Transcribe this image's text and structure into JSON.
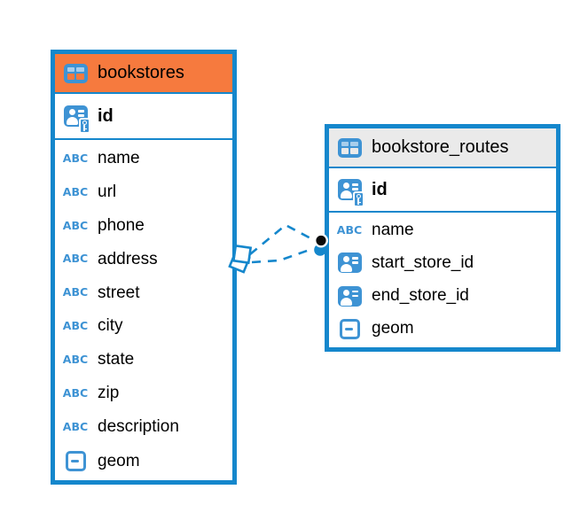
{
  "diagram": {
    "kind": "entity-relationship-diagram",
    "background": "#ffffff"
  },
  "colors": {
    "table_border_blue": "#1587cc",
    "icon_blue": "#3e93d4",
    "bookstores_header_orange": "#f67a3e",
    "routes_header_gray": "#eaeaea",
    "text": "#000000"
  },
  "icons": {
    "table_icon": "grid-table",
    "primary_key_icon": "person-card-with-key",
    "foreign_key_icon": "person-card",
    "text_type_label": "ABC",
    "geometry_type_icon": "square-with-dash"
  },
  "tables": {
    "left": {
      "title": "bookstores",
      "pk_field": {
        "label": "id",
        "type": "primary-key"
      },
      "fields": [
        {
          "label": "name",
          "type": "text"
        },
        {
          "label": "url",
          "type": "text"
        },
        {
          "label": "phone",
          "type": "text"
        },
        {
          "label": "address",
          "type": "text"
        },
        {
          "label": "street",
          "type": "text"
        },
        {
          "label": "city",
          "type": "text"
        },
        {
          "label": "state",
          "type": "text"
        },
        {
          "label": "zip",
          "type": "text"
        },
        {
          "label": "description",
          "type": "text"
        },
        {
          "label": "geom",
          "type": "geometry"
        }
      ]
    },
    "right": {
      "title": "bookstore_routes",
      "pk_field": {
        "label": "id",
        "type": "primary-key"
      },
      "fields": [
        {
          "label": "name",
          "type": "text"
        },
        {
          "label": "start_store_id",
          "type": "foreign-key"
        },
        {
          "label": "end_store_id",
          "type": "foreign-key"
        },
        {
          "label": "geom",
          "type": "geometry"
        }
      ]
    }
  },
  "connector": {
    "style": "dashed",
    "line_count": 2,
    "left_marker": "stacked-diamonds",
    "right_marker": "stacked-circles"
  }
}
